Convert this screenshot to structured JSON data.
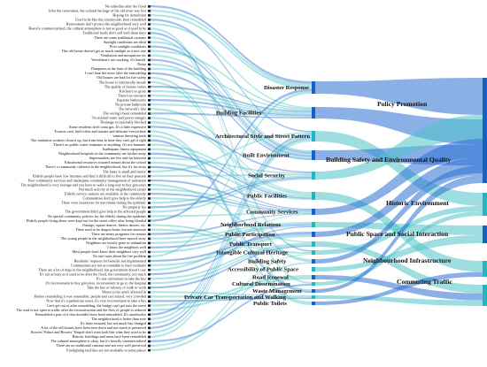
{
  "diagram": {
    "type": "sankey",
    "left_labels": [
      "No subsidies after the flood",
      "After the renovation, the cultural heritage of the old town was lost",
      "Hoping for demolition",
      "Used to be like the countryside, then remodeled",
      "Renovations don't protect the neighborhood very well",
      "Heavily commercialized, the cultural atmosphere is not as good as it used to be",
      "Traditional foods don't sell with these days",
      "There are some traditional customs",
      "Sunlight conditions are ideal",
      "Poor sunlight conditions",
      "This old house doesn't get as much sunlight as a new one",
      "Ventilation and mosquitoes etc",
      "Ventilation's not working. It's humid.",
      "Noise",
      "Dampness at the base of the building",
      "I can't hear the noise after the remodeling",
      "Old houses are bad for fire safety",
      "The house is structurally unsafe",
      "The quality of houses varies",
      "Kitchen's so gross",
      "There's no elevator",
      "Separate bathrooms",
      "No private bathroom",
      "The network's fine",
      "The wiring's been remodeled",
      "Occasional water and power outages",
      "Drainage occasionally blocked",
      "Some residents don't want gas. It's a little expensive",
      "Tourists can't find toilets and urinate and defecate everywhere",
      "wanton throwing trash",
      "The sanitation workers clean it up, but from time to time they can't get it right",
      "There's no public water fountains or anything. It's not humane.",
      "Inadequate fitness equipment",
      "Neighborhood hospitals in the community are farther away",
      "Supermarkets are few and far between",
      "Educational resources situated around about the school",
      "There's a community cafeteria in the neighborhood, but it's far away",
      "The lanes is small and messy",
      "Elderly people have low incomes and find it difficult to live on their pension",
      "Poor community services and inadequate community management of sanitation",
      "The neighborhood is very average and you have to walk a long way to buy groceries",
      "Not much activity in the neighborhood center",
      "Elderly service stations are available in the community",
      "Communities don't give help to the elderly",
      "There were incentives for merchants during the epidemic",
      "No property fee",
      "The government didn't give help to the affected people",
      "No special community policies for the elderly during the epidemic",
      "Elderly people living alone were kept out for the street office after being flooded",
      "Outrage, square dances, fitness dances, etc.",
      "There used to be dragon boats, but not anymore",
      "There are many programs for seniors",
      "The young people in the neighborhood have moved away",
      "Neighbors are mostly gone or unfamiliar",
      "I know the neighbors well",
      "Most people don't know their neighbors very well",
      "No one cares about the fire problem",
      "Residents' requests for benefits not implemented",
      "Communities are not accountable to their residents",
      "There are a lot of dogs in the neighborhood, but government doesn't care",
      "It's not as busy as it used to be after the flood, the community, not much",
      "It's not convenient to take the bus",
      "It's inconvenient to buy groceries, inconvenient to go to the hospital",
      "Take the bus or subway or walk to work",
      "Motorcycles aren't allowed in",
      "Before remodeling it was reasonable, people and cars mixed, very crowded",
      "Now that it's a pedestrian street, it's very inconvenient to take a bus",
      "Can't get out of after remodeling, the bridge can't get into the street",
      "The road is not open to traffic after the reconstruction and the flow of people is reduced",
      "Remodeled a part of it that shouldn't have been remodeled. It's unorthodox",
      "The neighborhood is better than ever",
      "It's been restored, but not much has changed",
      "A lot of the old houses have been torn down and not much is preserved",
      "Bowers' Palace and Bowers' Temple don't even look like what they used to be",
      "Historic buildings and areas have been remodeled",
      "The cultural atmosphere is okay, but it's heavily commercialized",
      "There are no traditional customs and not very well preserved",
      "Firefighting facilities are not available in some places"
    ],
    "mid_labels": [
      "Disaster Response",
      "Building Facilities",
      "Architectural Style and Street Pattern",
      "Built Environment",
      "Social Security",
      "Public Facilities",
      "Community Services",
      "Neighborhood Relations",
      "Public Participation",
      "Public Transport",
      "Intangible Cultural Heritage",
      "Building Safety",
      "Accessibility of Public Space",
      "Road Renewal",
      "Cultural Dissemination",
      "Waste Management",
      "Private Car Transportation and Walking",
      "Public Toilets"
    ],
    "right_labels": [
      "Policy Promotion",
      "Building Safety and Environmental Quality",
      "Historic Environment",
      "Public Space and Social Interaction",
      "Neighbourhood Infrastructure",
      "Commuting Traffic"
    ],
    "colors": {
      "flow_teal": "#4fc3c8",
      "flow_blue": "#2a6fd1",
      "node_blue": "#1760c4",
      "node_teal": "#1fb7c2",
      "left_node": "#222222"
    }
  }
}
